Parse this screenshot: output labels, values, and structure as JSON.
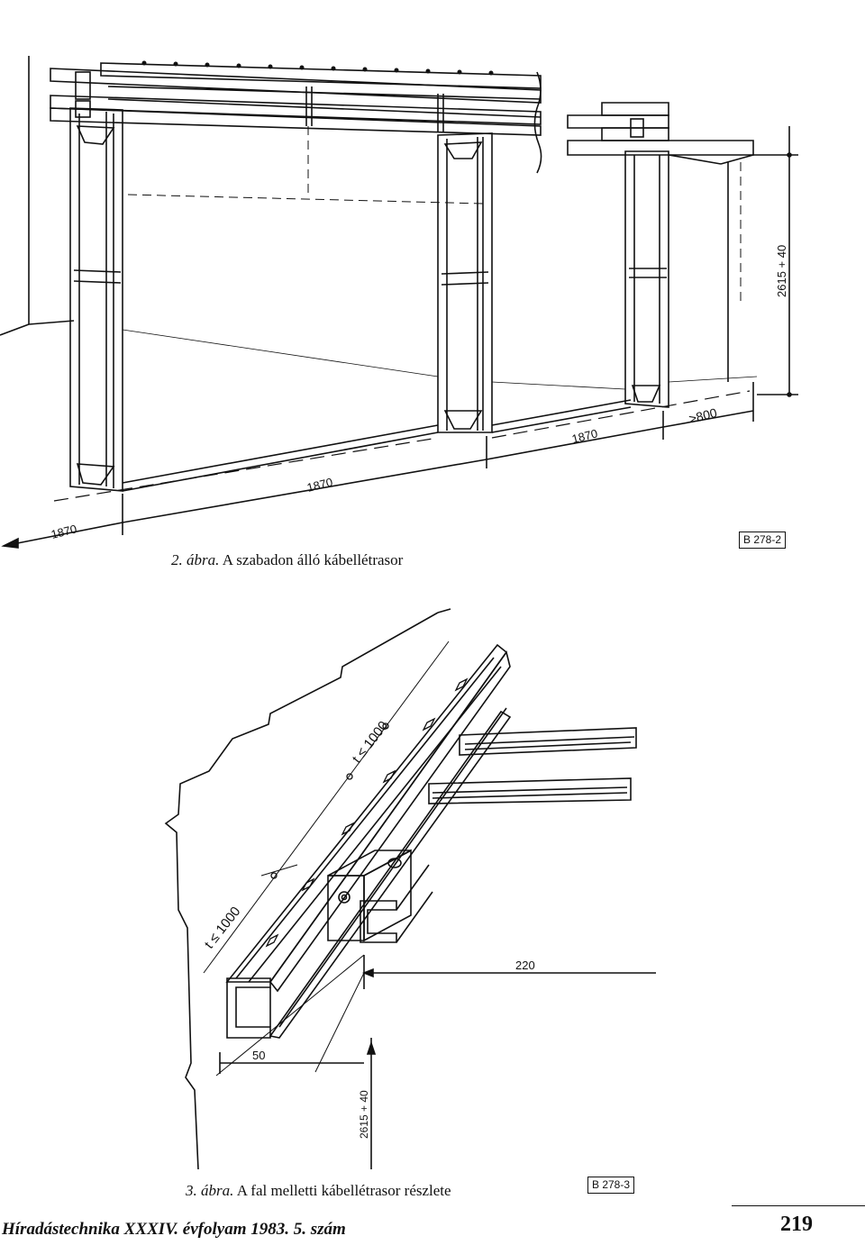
{
  "figure2": {
    "caption_number": "2. ábra.",
    "caption_text": "A szabadon álló kábellétrasor",
    "code": "B 278-2",
    "dim_span_left": "1870",
    "dim_span_mid": "1870",
    "dim_span_right": "1870",
    "dim_overhang": ">800",
    "dim_height": "2615 + 40"
  },
  "figure3": {
    "caption_number": "3. ábra.",
    "caption_text": "A fal melletti kábellétrasor részlete",
    "code": "B 278-3",
    "dim_spacing_upper": "t ≤ 1000",
    "dim_spacing_lower": "t ≤ 1000",
    "dim_width": "220",
    "dim_depth": "50",
    "dim_height": "2615 + 40"
  },
  "footer": {
    "journal": "Híradástechnika XXXIV. évfolyam 1983. 5. szám",
    "page_number": "219"
  }
}
